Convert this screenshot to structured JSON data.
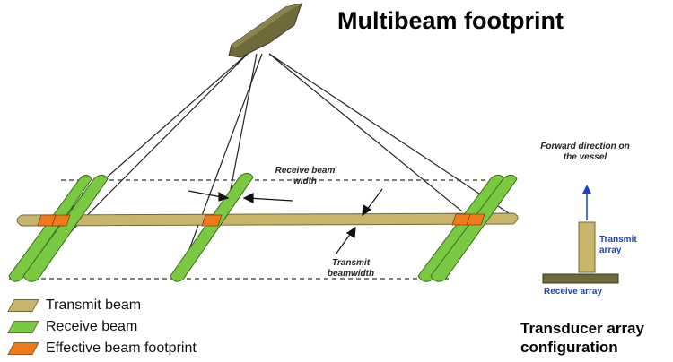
{
  "title": "Multibeam footprint",
  "labels": {
    "receive_beam_width": "Receive beam width",
    "transmit_beamwidth": "Transmit beamwidth",
    "forward_direction": "Forward direction on the vessel",
    "transmit_array": "Transmit array",
    "receive_array": "Receive array",
    "transducer_config": "Transducer array configuration"
  },
  "legend": [
    {
      "label": "Transmit beam",
      "color": "#c9b46a"
    },
    {
      "label": "Receive beam",
      "color": "#7ac943"
    },
    {
      "label": "Effective beam footprint",
      "color": "#f07a1a"
    }
  ],
  "colors": {
    "vessel": "#6e6a3a",
    "transmit_beam": "#c9b46a",
    "receive_beam": "#7ac943",
    "footprint": "#f07a1a",
    "arrow_blue": "#1a3fc4"
  }
}
